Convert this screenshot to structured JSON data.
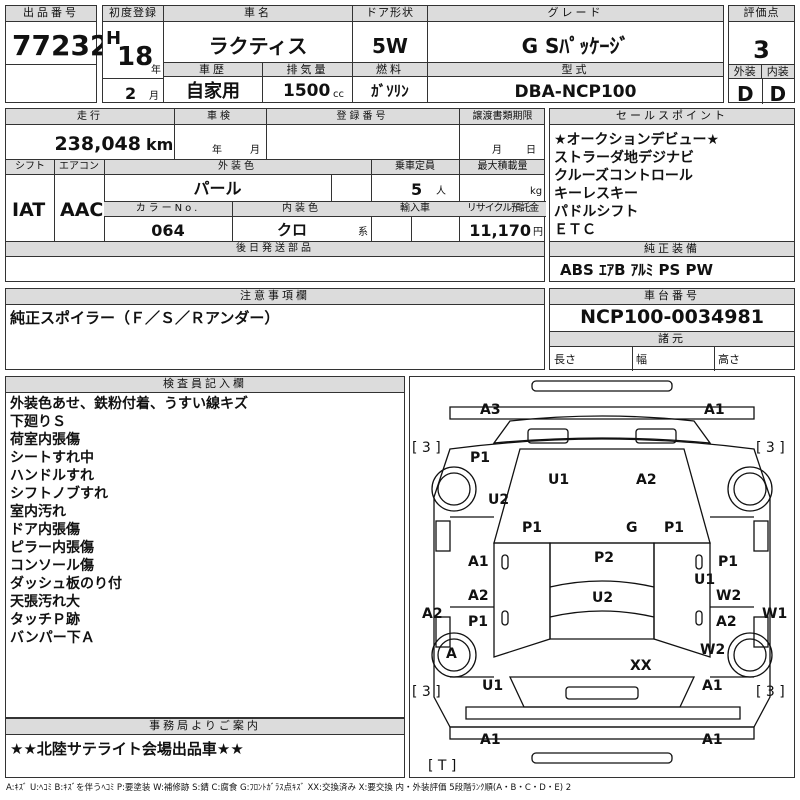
{
  "header": {
    "lot_label": "出品番号",
    "lot_number": "77232",
    "first_reg_label": "初度登録",
    "era": "H",
    "year": "18",
    "year_unit": "年",
    "month": "2",
    "month_unit": "月",
    "car_name_label": "車名",
    "car_name": "ラクティス",
    "door_label": "ドア形状",
    "door": "5W",
    "grade_label": "グレード",
    "grade": "G Sﾊﾟｯｹｰｼﾞ",
    "score_label": "評価点",
    "score": "3",
    "history_label": "車歴",
    "history": "自家用",
    "displacement_label": "排気量",
    "displacement": "1500",
    "displacement_unit": "cc",
    "fuel_label": "燃料",
    "fuel": "ｶﾞｿﾘﾝ",
    "model_label": "型式",
    "model": "DBA-NCP100",
    "ext_label": "外装",
    "ext_score": "D",
    "int_label": "内装",
    "int_score": "D"
  },
  "details": {
    "mileage_label": "走行",
    "mileage": "238,048",
    "mileage_unit": "km",
    "inspection_label": "車検",
    "inspection_year_unit": "年",
    "inspection_month_unit": "月",
    "reg_number_label": "登録番号",
    "transfer_label": "譲渡書類期限",
    "transfer_month_unit": "月",
    "transfer_day_unit": "日",
    "shift_label": "シフト",
    "shift": "IAT",
    "ac_label": "エアコン",
    "ac": "AAC",
    "color_label": "外装色",
    "color": "パール",
    "capacity_label": "乗車定員",
    "capacity": "5",
    "capacity_unit": "人",
    "max_load_label": "最大積載量",
    "max_load_unit": "kg",
    "color_no_label": "カラーNo.",
    "color_no": "064",
    "interior_color_label": "内装色",
    "interior_color": "クロ",
    "interior_color_unit": "系",
    "import_label": "輸入車",
    "recycle_label": "リサイクル預託金",
    "recycle": "11,170",
    "recycle_unit": "円",
    "later_parts_label": "後日発送部品"
  },
  "sales_points": {
    "label": "セールスポイント",
    "items": [
      "★オークションデビュー★",
      "ストラーダ地デジナビ",
      "クルーズコントロール",
      "キーレスキー",
      "パドルシフト",
      "ＥＴＣ"
    ]
  },
  "equipment": {
    "label": "純正装備",
    "value": "ABS ｴｱB ｱﾙﾐ PS PW"
  },
  "notes": {
    "label": "注意事項欄",
    "value": "純正スポイラー（Ｆ／Ｓ／Ｒアンダー）"
  },
  "chassis": {
    "label": "車台番号",
    "value": "NCP100-0034981",
    "specs_label": "諸元",
    "length_label": "長さ",
    "width_label": "幅",
    "height_label": "高さ"
  },
  "inspector": {
    "label": "検査員記入欄",
    "items": [
      "外装色あせ、鉄粉付着、うすい線キズ",
      "下廻りＳ",
      "荷室内張傷",
      "シートすれ中",
      "ハンドルすれ",
      "シフトノブすれ",
      "室内汚れ",
      "ドア内張傷",
      "ピラー内張傷",
      "コンソール傷",
      "ダッシュ板のり付",
      "天張汚れ大",
      "タッチＰ跡",
      "バンパー下Ａ"
    ]
  },
  "office": {
    "label": "事務局よりご案内",
    "value": "★★北陸サテライト会場出品車★★"
  },
  "diagram": {
    "tire_label": "[ 3 ]",
    "tread_label": "[ T ]",
    "marks": {
      "front_left": "A3",
      "front_right": "A1",
      "hood_left": "P1",
      "hood_mid": "U1",
      "hood_right": "A2",
      "fender_left": "U2",
      "pillar_left": "P1",
      "pillar_right": "P1",
      "glass": "G",
      "door_left_a1": "A1",
      "door_left_a2": "A2",
      "door_left_p1": "P1",
      "side_left": "A2",
      "roof_p2": "P2",
      "roof_u2": "U2",
      "door_right_p1": "P1",
      "door_right_u1": "U1",
      "door_right_w2": "W2",
      "door_right_a2": "A2",
      "side_right": "W1",
      "quarter_right": "W2",
      "rear_left_a": "A",
      "trunk": "XX",
      "rear_left_u1": "U1",
      "rear_right_a1": "A1",
      "bumper_left": "A1",
      "bumper_right": "A1"
    }
  },
  "legend": "A:ｷｽﾞ U:ﾍｺﾐ B:ｷｽﾞを伴うﾍｺﾐ P:要塗装 W:補修跡 S:錆 C:腐食 G:ﾌﾛﾝﾄｶﾞﾗｽ点ｷｽﾞ XX:交換済み X:要交換 内・外装評価 5段階ﾗﾝｸ順(A・B・C・D・E) 2"
}
